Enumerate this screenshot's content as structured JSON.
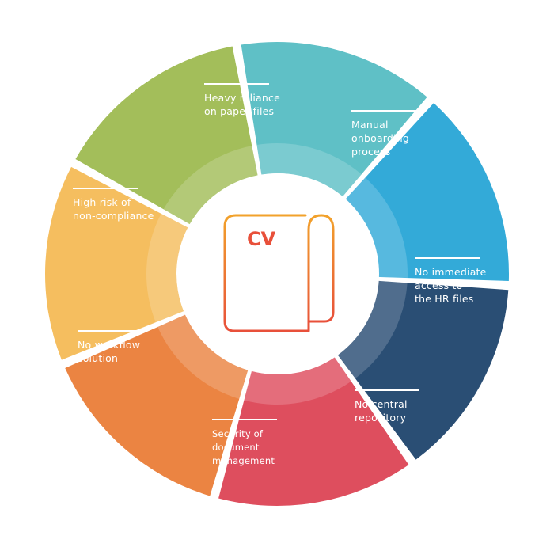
{
  "diagram": {
    "center_icon": {
      "icon": "cv-document-icon",
      "label": "CV"
    },
    "segments": [
      {
        "id": "manual-onboarding",
        "lines": [
          "Manual",
          "onboarding",
          "process"
        ],
        "color": "#5fc0c6"
      },
      {
        "id": "no-immediate-access",
        "lines": [
          "No immediate",
          "access to",
          "the HR files"
        ],
        "color": "#33aad8"
      },
      {
        "id": "no-central-repository",
        "lines": [
          "No central",
          "repository"
        ],
        "color": "#2a4e74"
      },
      {
        "id": "security-document-management",
        "lines": [
          "Security of",
          "document",
          "management"
        ],
        "color": "#de4e5e"
      },
      {
        "id": "no-workflow-solution",
        "lines": [
          "No workflow",
          "solution"
        ],
        "color": "#eb8442"
      },
      {
        "id": "high-risk-non-compliance",
        "lines": [
          "High risk of",
          "non-compliance"
        ],
        "color": "#f5be5f"
      },
      {
        "id": "paper-files-reliance",
        "lines": [
          "Heavy reliance",
          "on paper files"
        ],
        "color": "#a3be5a"
      }
    ]
  }
}
